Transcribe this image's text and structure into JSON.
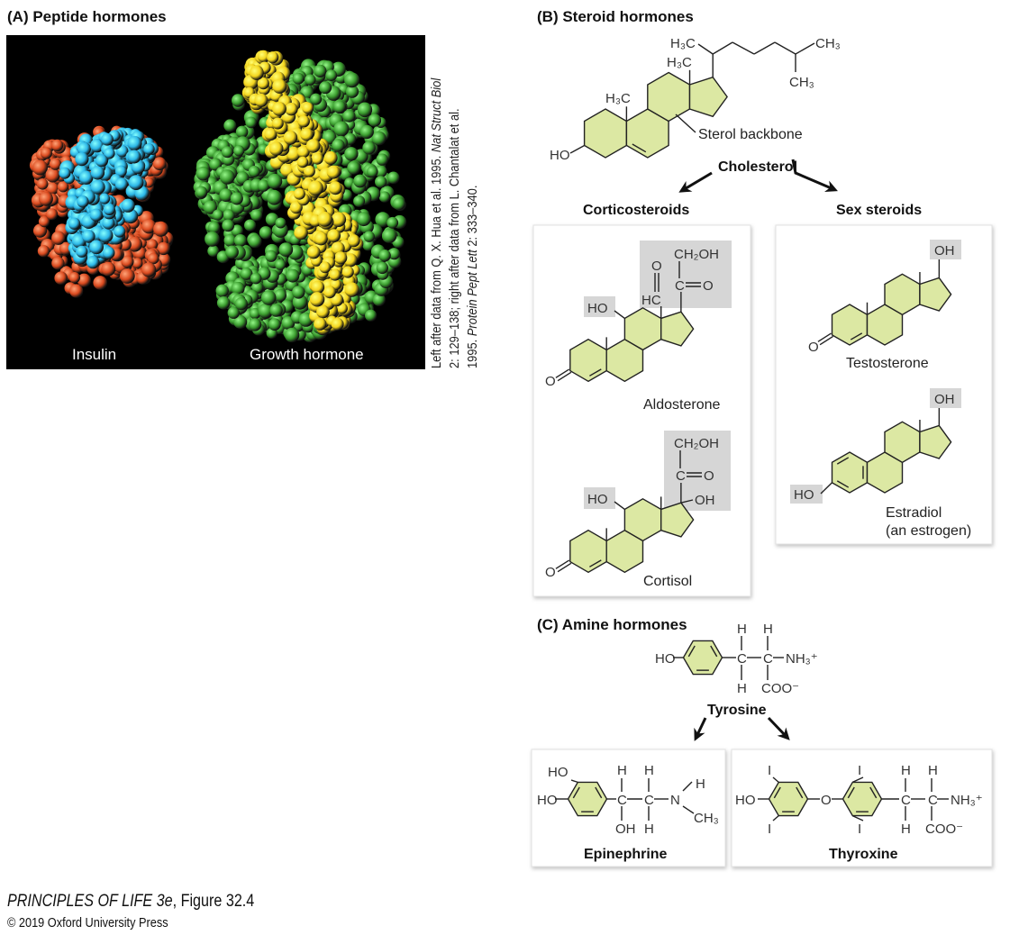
{
  "colors": {
    "ring_fill": "#dce8a3",
    "highlight": "#d6d6d6",
    "insulin_a": "#d9491e",
    "insulin_b": "#2bb5e6",
    "gh_a": "#3a9c2e",
    "gh_b": "#f2d41c",
    "background_image": "#000000"
  },
  "panel_a": {
    "title": "(A)  Peptide hormones",
    "insulin_label": "Insulin",
    "growth_hormone_label": "Growth hormone",
    "credit": {
      "line1_a": "Left after data from Q. X. Hua et al. 1995. ",
      "line1_b": "Nat Struct Biol",
      "line2": "2: 129–138; right after data from L. Chantalat et al.",
      "line3_a": "1995. ",
      "line3_b": "Protein Pept Lett",
      "line3_c": " 2: 333–340."
    }
  },
  "panel_b": {
    "title": "(B)  Steroid hormones",
    "cholesterol": {
      "name": "Cholesterol",
      "backbone_label": "Sterol backbone",
      "h3c": "H₃C",
      "ch3": "CH₃",
      "ho": "HO"
    },
    "corticosteroids_label": "Corticosteroids",
    "sex_steroids_label": "Sex steroids",
    "aldosterone": {
      "name": "Aldosterone",
      "ho": "HO",
      "o": "O",
      "hc": "HC",
      "c": "C",
      "ch2oh": "CH₂OH"
    },
    "cortisol": {
      "name": "Cortisol",
      "ho": "HO",
      "o": "O",
      "oh": "OH",
      "c": "C",
      "ch2oh": "CH₂OH"
    },
    "testosterone": {
      "name": "Testosterone",
      "oh": "OH",
      "o": "O"
    },
    "estradiol": {
      "name": "Estradiol",
      "subname": "(an estrogen)",
      "oh": "OH",
      "ho": "HO"
    }
  },
  "panel_c": {
    "title": "(C)  Amine hormones",
    "tyrosine": {
      "name": "Tyrosine",
      "ho": "HO",
      "c": "C",
      "h": "H",
      "nh3": "NH₃⁺",
      "coo": "COO⁻"
    },
    "epinephrine": {
      "name": "Epinephrine",
      "ho": "HO",
      "c": "C",
      "h": "H",
      "n": "N",
      "ch3": "CH₃",
      "oh": "OH"
    },
    "thyroxine": {
      "name": "Thyroxine",
      "ho": "HO",
      "i": "I",
      "o": "O",
      "c": "C",
      "h": "H",
      "nh3": "NH₃⁺",
      "coo": "COO⁻"
    }
  },
  "footer": {
    "book_title": "PRINCIPLES OF LIFE 3e",
    "figure": ", Figure 32.4",
    "copyright": "© 2019 Oxford University Press"
  }
}
